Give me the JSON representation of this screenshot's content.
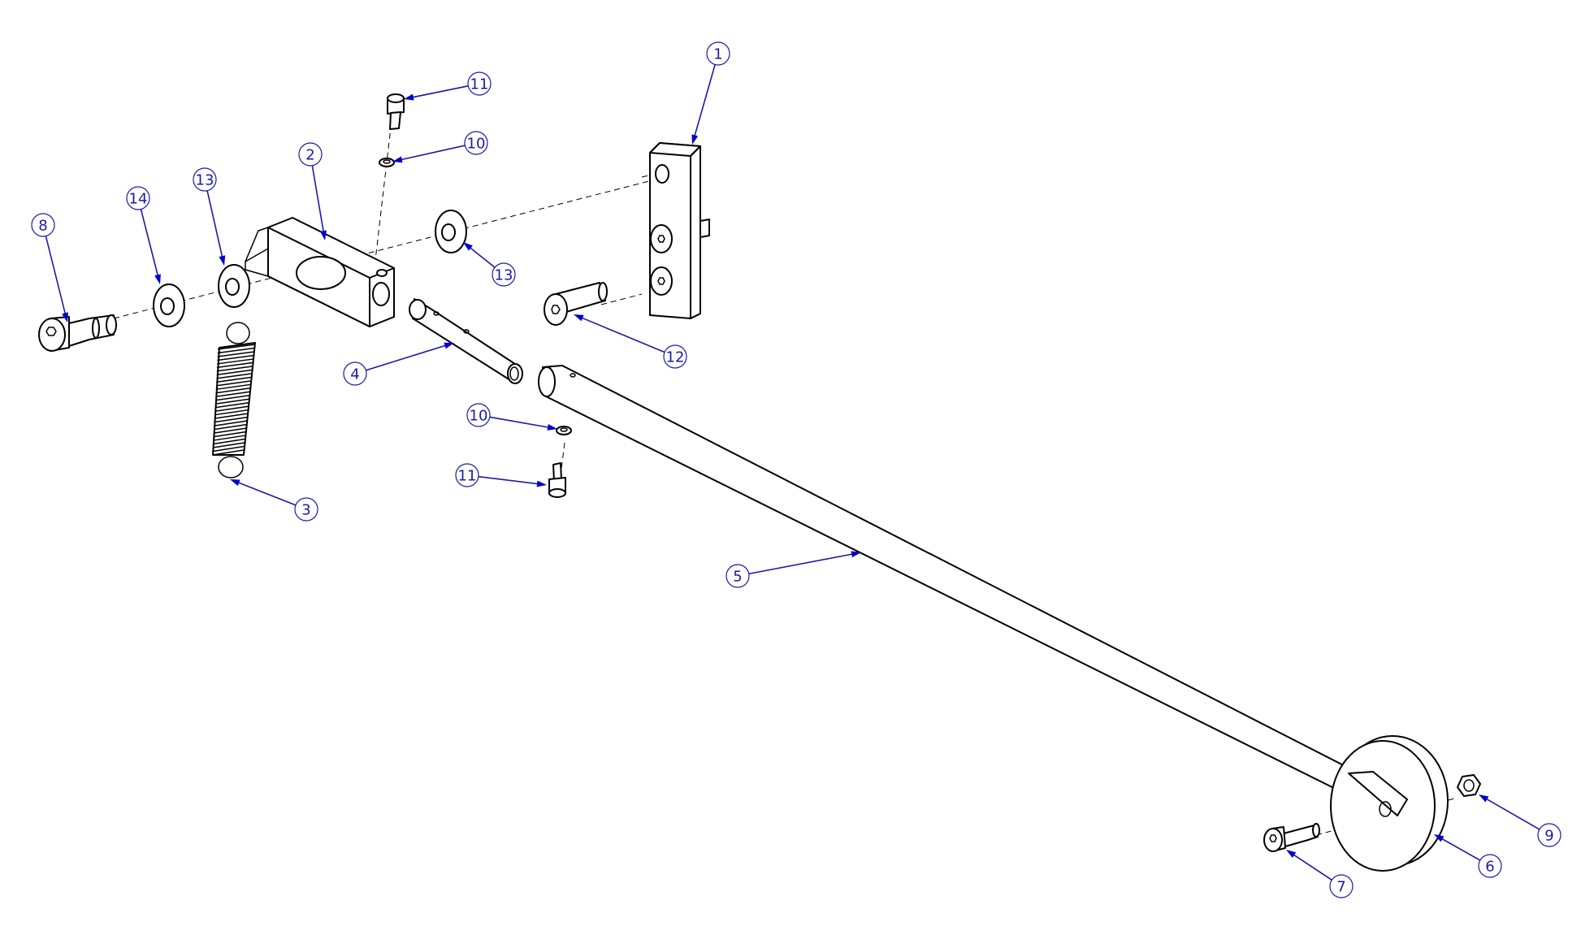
{
  "diagram": {
    "type": "exploded assembly drawing",
    "colors": {
      "lines": "#000000",
      "balloons": "#1a1aa8",
      "arrows": "#0000c8",
      "background": "#ffffff"
    },
    "balloons": [
      {
        "id": "b1",
        "label": "1"
      },
      {
        "id": "b2",
        "label": "2"
      },
      {
        "id": "b3",
        "label": "3"
      },
      {
        "id": "b4",
        "label": "4"
      },
      {
        "id": "b5",
        "label": "5"
      },
      {
        "id": "b6",
        "label": "6"
      },
      {
        "id": "b7",
        "label": "7"
      },
      {
        "id": "b8",
        "label": "8"
      },
      {
        "id": "b9",
        "label": "9"
      },
      {
        "id": "b10a",
        "label": "10"
      },
      {
        "id": "b10b",
        "label": "10"
      },
      {
        "id": "b11a",
        "label": "11"
      },
      {
        "id": "b11b",
        "label": "11"
      },
      {
        "id": "b12",
        "label": "12"
      },
      {
        "id": "b13a",
        "label": "13"
      },
      {
        "id": "b13b",
        "label": "13"
      },
      {
        "id": "b14",
        "label": "14"
      }
    ]
  }
}
